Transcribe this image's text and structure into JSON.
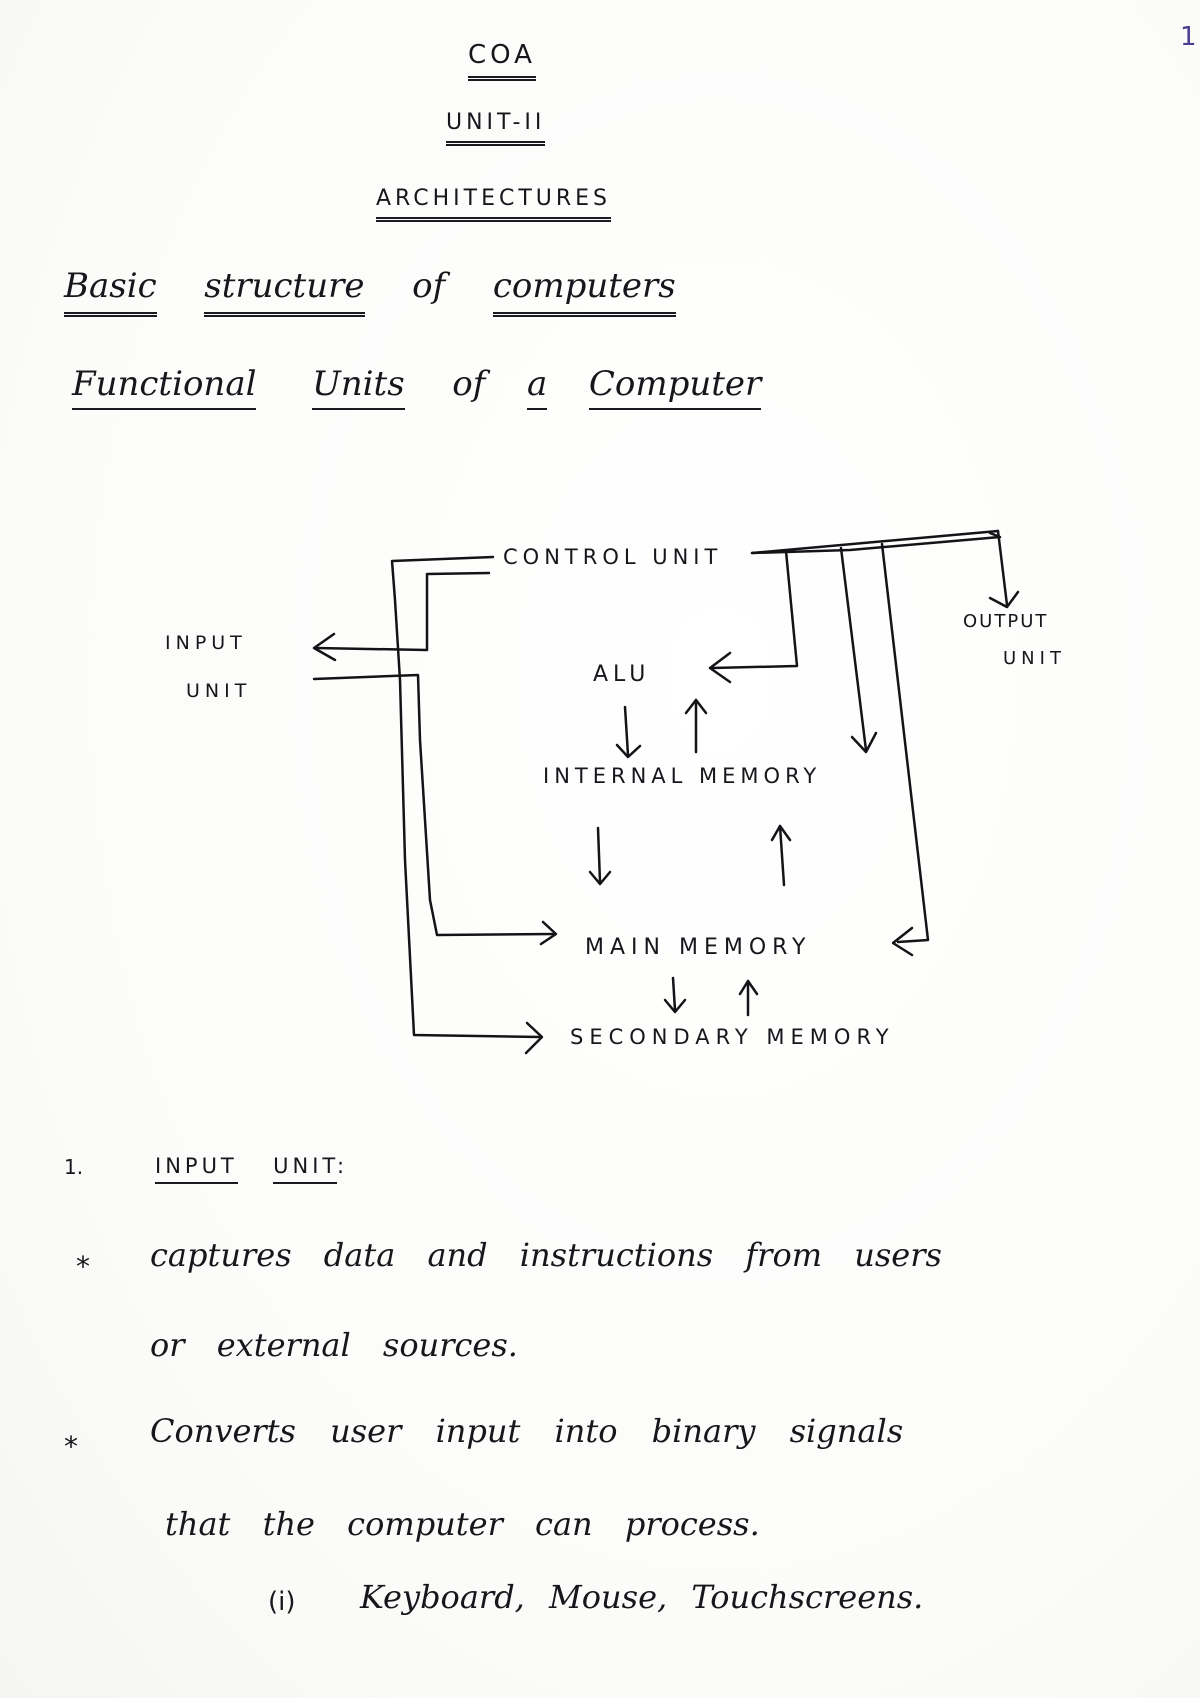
{
  "page": {
    "page_number": "1",
    "header": {
      "course": "COA",
      "unit": "UNIT-II",
      "topic": "ARCHITECTURES"
    },
    "headings": {
      "section": "Basic structure of computers",
      "section_words": [
        "Basic",
        "structure",
        "of",
        "computers"
      ],
      "subsection": "Functional Units of a Computer",
      "subsection_words": [
        "Functional",
        "Units",
        "of",
        "a",
        "Computer"
      ]
    },
    "diagram": {
      "title": "Functional Units of a Computer",
      "nodes": {
        "control_unit": "CONTROL UNIT",
        "input_unit_line1": "INPUT",
        "input_unit_line2": "UNIT",
        "output_unit_line1": "OUTPUT",
        "output_unit_line2": "UNIT",
        "alu": "ALU",
        "internal_memory": "INTERNAL MEMORY",
        "main_memory": "MAIN MEMORY",
        "secondary_memory": "SECONDARY MEMORY"
      },
      "edges": [
        {
          "from": "CONTROL UNIT",
          "to": "INPUT UNIT"
        },
        {
          "from": "CONTROL UNIT",
          "to": "ALU"
        },
        {
          "from": "CONTROL UNIT",
          "to": "INTERNAL MEMORY"
        },
        {
          "from": "CONTROL UNIT",
          "to": "MAIN MEMORY"
        },
        {
          "from": "CONTROL UNIT",
          "to": "OUTPUT UNIT"
        },
        {
          "from": "INPUT UNIT",
          "to": "MAIN MEMORY"
        },
        {
          "from": "INPUT UNIT",
          "to": "SECONDARY MEMORY"
        },
        {
          "from": "ALU",
          "to": "INTERNAL MEMORY",
          "bidirectional": true
        },
        {
          "from": "INTERNAL MEMORY",
          "to": "MAIN MEMORY",
          "bidirectional": true
        },
        {
          "from": "MAIN MEMORY",
          "to": "SECONDARY MEMORY",
          "bidirectional": true
        }
      ]
    },
    "section1": {
      "number": "1.",
      "title_word1": "INPUT",
      "title_word2": "UNIT",
      "title_suffix": ":",
      "bullets": [
        {
          "marker": "*",
          "line1": "captures data and instructions from users",
          "line2": "or external sources."
        },
        {
          "marker": "*",
          "line1": "Converts user input into binary signals",
          "line2": "that the computer can process."
        }
      ],
      "examples": {
        "marker": "(i)",
        "text": "Keyboard, Mouse, Touchscreens."
      }
    }
  }
}
